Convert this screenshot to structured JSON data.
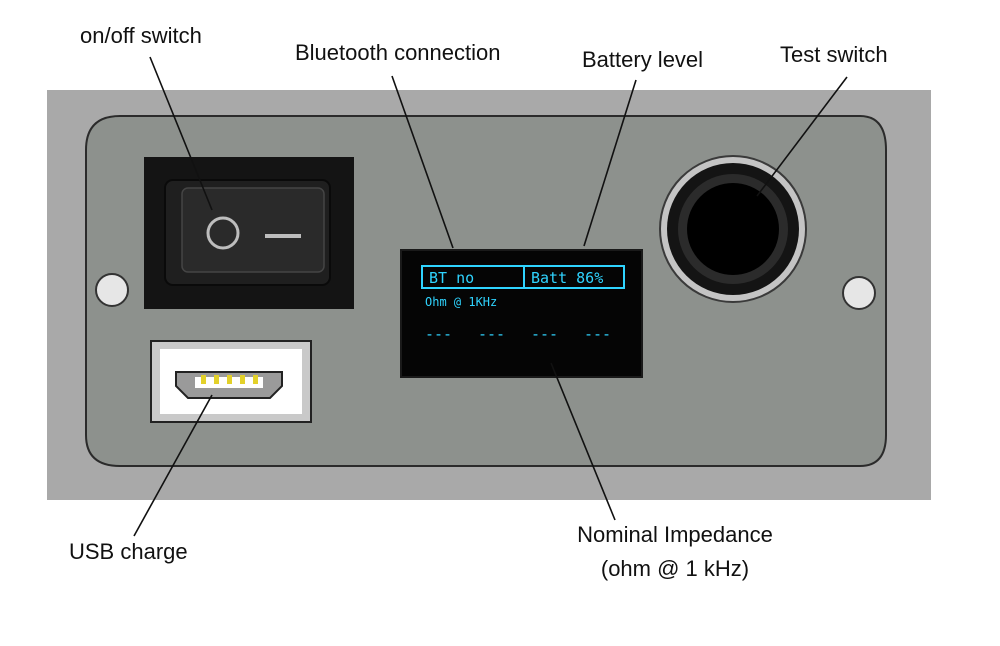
{
  "labels": {
    "onoff_switch": "on/off switch",
    "bluetooth_connection": "Bluetooth connection",
    "battery_level": "Battery level",
    "test_switch": "Test switch",
    "usb_charge": "USB charge",
    "impedance_line1": "Nominal Impedance",
    "impedance_line2": "(ohm @ 1 kHz)"
  },
  "display": {
    "bt_status": "BT no",
    "battery": "Batt 86%",
    "unit": "Ohm @ 1KHz",
    "readings": [
      "---",
      "---",
      "---",
      "---"
    ]
  },
  "colors": {
    "panel_frame": "#a9a9a9",
    "faceplate": "#8d918d",
    "oled_cyan": "#2fd4ff",
    "screen_bg": "#050505"
  },
  "icons": {
    "switch_off_symbol": "circle-o",
    "switch_on_symbol": "dash-i"
  }
}
